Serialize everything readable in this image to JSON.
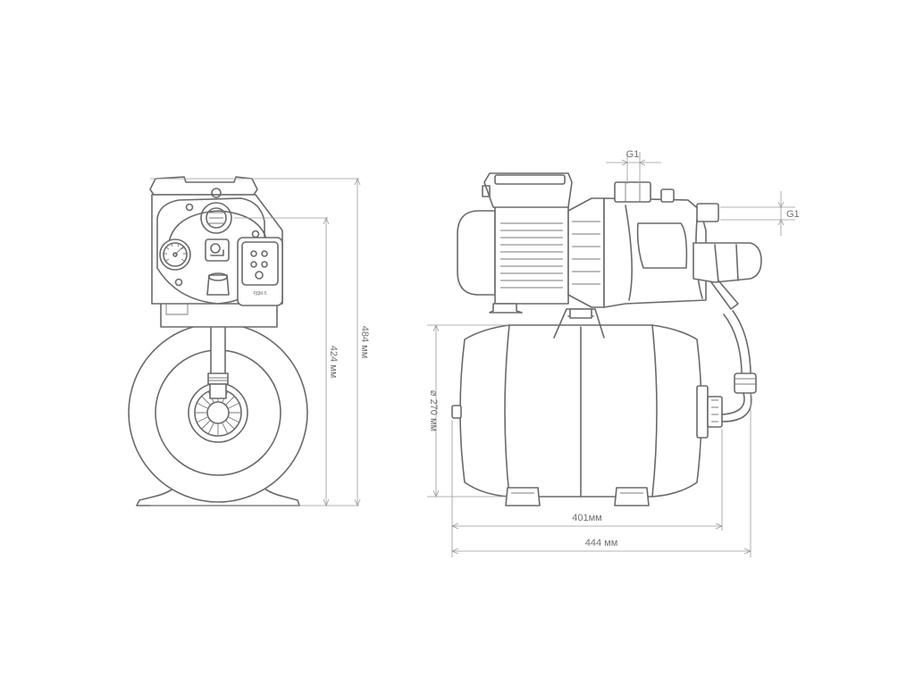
{
  "dimensions": {
    "height_total": "484 мм",
    "height_tank": "424 мм",
    "tank_diameter": "⌀ 270 мм",
    "tank_length": "401мм",
    "total_length": "444 мм",
    "inlet_thread": "G1",
    "outlet_thread": "G1"
  },
  "labels": {
    "pressure_switch": "РДМ-5"
  },
  "colors": {
    "line": "#6a6a6a",
    "dimension": "#9a9a9a",
    "text": "#707070",
    "background": "#ffffff"
  }
}
